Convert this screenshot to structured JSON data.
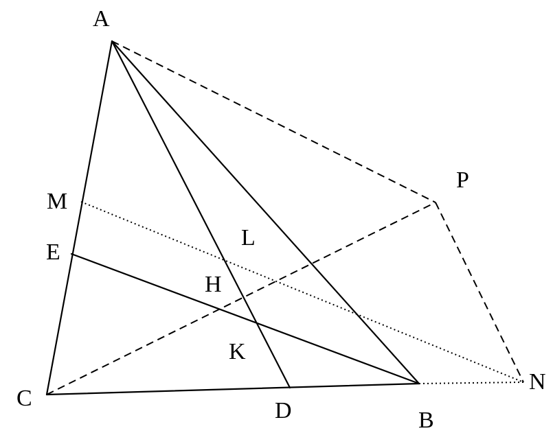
{
  "labels": {
    "A": "A",
    "B": "B",
    "C": "C",
    "D": "D",
    "E": "E",
    "M": "M",
    "L": "L",
    "H": "H",
    "K": "K",
    "P": "P",
    "N": "N"
  }
}
